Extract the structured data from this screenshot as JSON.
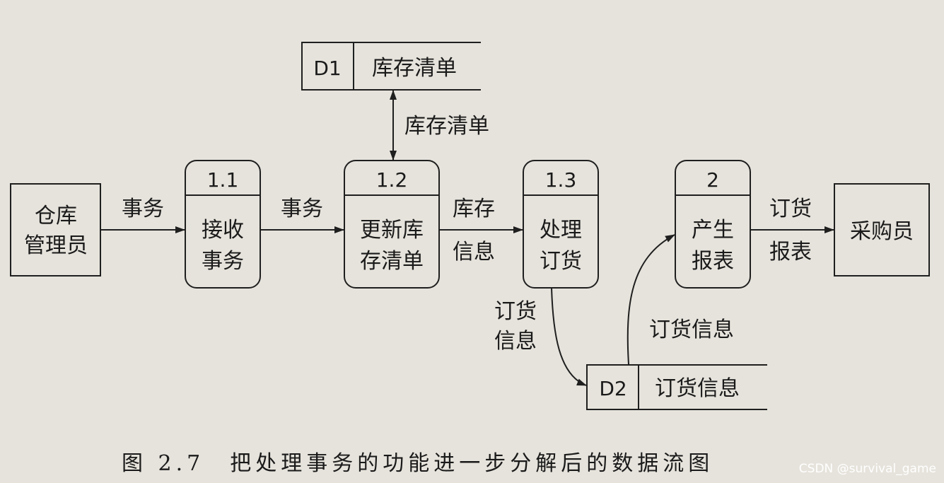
{
  "entities": {
    "warehouse_manager": {
      "line1": "仓库",
      "line2": "管理员"
    },
    "purchaser": {
      "label": "采购员"
    }
  },
  "processes": {
    "p1_1": {
      "id": "1.1",
      "line1": "接收",
      "line2": "事务"
    },
    "p1_2": {
      "id": "1.2",
      "line1": "更新库",
      "line2": "存清单"
    },
    "p1_3": {
      "id": "1.3",
      "line1": "处理",
      "line2": "订货"
    },
    "p2": {
      "id": "2",
      "line1": "产生",
      "line2": "报表"
    }
  },
  "stores": {
    "d1": {
      "id": "D1",
      "name": "库存清单"
    },
    "d2": {
      "id": "D2",
      "name": "订货信息"
    }
  },
  "flows": {
    "manager_to_1_1": "事务",
    "p1_1_to_1_2": "事务",
    "d1_1_2": "库存清单",
    "p1_2_to_1_3": {
      "line1": "库存",
      "line2": "信息"
    },
    "p1_3_to_d2": {
      "line1": "订货",
      "line2": "信息"
    },
    "d2_to_2": "订货信息",
    "p2_to_purchaser": {
      "line1": "订货",
      "line2": "报表"
    }
  },
  "caption": "图 2.7　把处理事务的功能进一步分解后的数据流图",
  "watermark": "CSDN @survival_game"
}
